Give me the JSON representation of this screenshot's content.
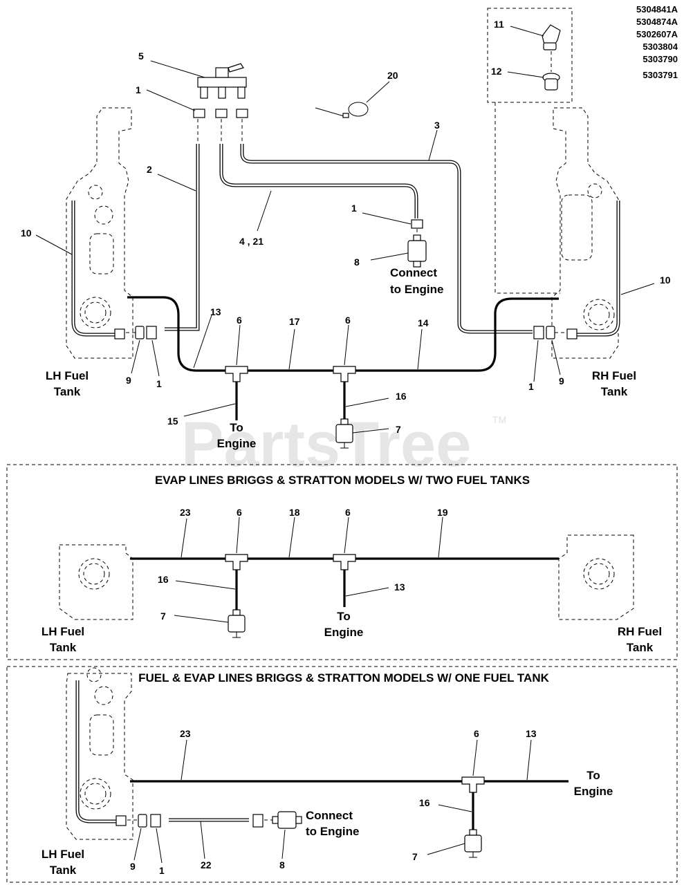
{
  "watermark": {
    "text": "PartsTree",
    "trademark": "TM"
  },
  "part_numbers": [
    "5304841A",
    "5304874A",
    "5302607A",
    "5303804",
    "5303790",
    "5303791"
  ],
  "top_diagram": {
    "callouts": {
      "c5": "5",
      "c1a": "1",
      "c1b": "1",
      "c1c": "1",
      "c1d": "1",
      "c20": "20",
      "c11": "11",
      "c12": "12",
      "c3": "3",
      "c2": "2",
      "c4_21": "4 , 21",
      "c8": "8",
      "c10a": "10",
      "c10b": "10",
      "c13": "13",
      "c6a": "6",
      "c6b": "6",
      "c17": "17",
      "c14": "14",
      "c9a": "9",
      "c9b": "9",
      "c16": "16",
      "c15": "15",
      "c7": "7"
    },
    "labels": {
      "connect_l1": "Connect",
      "connect_l2": "to Engine",
      "lh_l1": "LH Fuel",
      "lh_l2": "Tank",
      "rh_l1": "RH Fuel",
      "rh_l2": "Tank",
      "to_l1": "To",
      "to_l2": "Engine"
    }
  },
  "middle_diagram": {
    "title": "EVAP LINES BRIGGS & STRATTON MODELS W/ TWO FUEL TANKS",
    "callouts": {
      "c23": "23",
      "c6a": "6",
      "c18": "18",
      "c6b": "6",
      "c19": "19",
      "c16": "16",
      "c13": "13",
      "c7": "7"
    },
    "labels": {
      "to_l1": "To",
      "to_l2": "Engine",
      "lh_l1": "LH Fuel",
      "lh_l2": "Tank",
      "rh_l1": "RH Fuel",
      "rh_l2": "Tank"
    }
  },
  "bottom_diagram": {
    "title": "FUEL & EVAP LINES BRIGGS & STRATTON MODELS W/ ONE FUEL TANK",
    "callouts": {
      "c23": "23",
      "c6": "6",
      "c13": "13",
      "c16": "16",
      "c7": "7",
      "c9": "9",
      "c1": "1",
      "c22": "22",
      "c8": "8"
    },
    "labels": {
      "to_l1": "To",
      "to_l2": "Engine",
      "connect_l1": "Connect",
      "connect_l2": "to Engine",
      "lh_l1": "LH Fuel",
      "lh_l2": "Tank"
    }
  }
}
